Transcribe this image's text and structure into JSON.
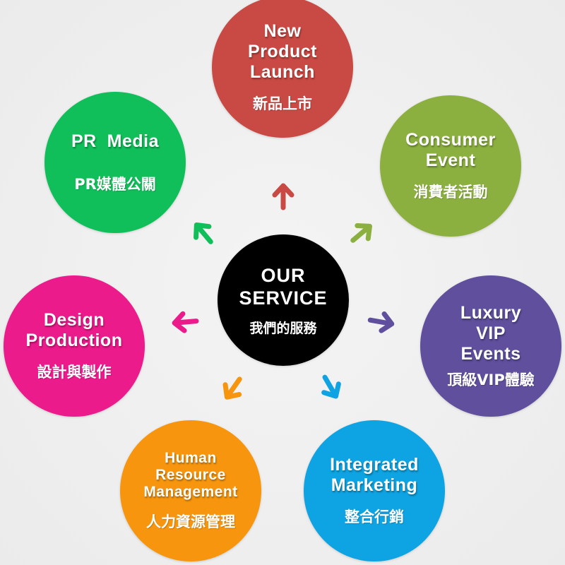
{
  "center": {
    "title": "OUR\nSERVICE",
    "subtitle": "我們的服務",
    "color": "#000000"
  },
  "services": [
    {
      "id": "new-product-launch",
      "title": "New\nProduct\nLaunch",
      "subtitle": "新品上市",
      "color": "#c94a44",
      "direction": "up"
    },
    {
      "id": "consumer-event",
      "title": "Consumer\nEvent",
      "subtitle": "消費者活動",
      "color": "#8cb040",
      "direction": "up-right"
    },
    {
      "id": "luxury-vip-events",
      "title": "Luxury\nVIP\nEvents",
      "subtitle": "頂級VIP體驗",
      "color": "#5f4f9d",
      "direction": "right"
    },
    {
      "id": "integrated-marketing",
      "title": "Integrated\nMarketing",
      "subtitle": "整合行銷",
      "color": "#0ea3e2",
      "direction": "down-right"
    },
    {
      "id": "human-resource-management",
      "title": "Human\nResource\nManagement",
      "subtitle": "人力資源管理",
      "color": "#f7960e",
      "direction": "down-left"
    },
    {
      "id": "design-production",
      "title": "Design\nProduction",
      "subtitle": "設計與製作",
      "color": "#ec1b8c",
      "direction": "left"
    },
    {
      "id": "pr-media",
      "title": "PR  Media",
      "subtitle": "PR媒體公關",
      "color": "#10bf5a",
      "direction": "up-left"
    }
  ]
}
